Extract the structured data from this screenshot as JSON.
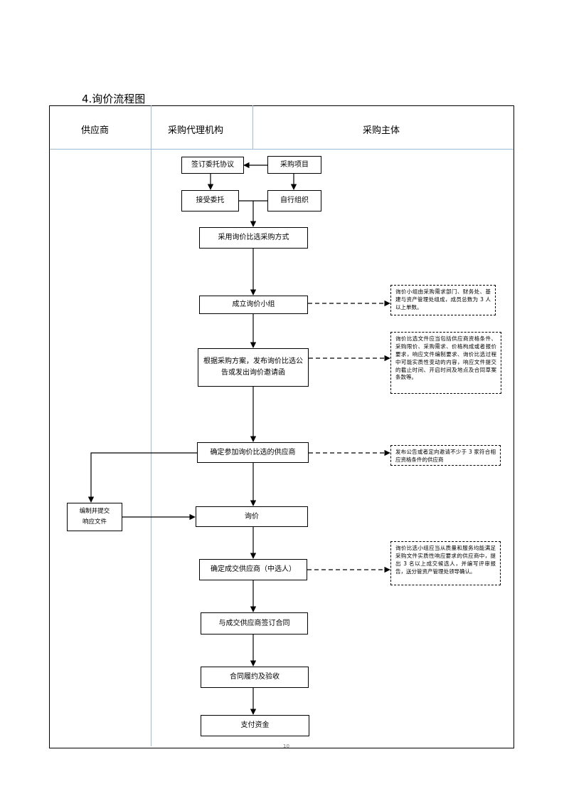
{
  "title": "4.询价流程图",
  "lanes": {
    "supplier": "供应商",
    "agency": "采购代理机构",
    "purchaser": "采购主体"
  },
  "steps": {
    "sign_agreement": "签订委托协议",
    "project": "采购项目",
    "accept": "接受委托",
    "self_org": "自行组织",
    "method": "采用询价比选采购方式",
    "form_group": "成立询价小组",
    "announce_line1": "根据采购方案，发布询价比选公",
    "announce_line2": "告或发出询价邀请函",
    "determine_suppliers": "确定参加询价比选的供应商",
    "prepare_response_line1": "编制并提交",
    "prepare_response_line2": "响应文件",
    "inquiry": "询价",
    "determine_winner": "确定成交供应商（中选人）",
    "contract": "与成交供应商签订合同",
    "performance": "合同履约及验收",
    "payment": "支付资金"
  },
  "notes": {
    "group": "询价小组由采购需求部门、财务处、基建与资产管理处组成，成员总数为 3 人以上单数。",
    "documents": "询价比选文件应当包括供应商资格条件、采购限价、采购需求、价格构成或者报价要求，响应文件编制要求、询价比选过程中可能实质性变动的内容，响应文件提交的截止时间、开启时间及地点及合同草案条款等。",
    "suppliers": "发布公告或者定向邀请不少于 3 家符合相应资格条件的供应商",
    "winner": "询价比选小组应当从质量和服务均能满足采购文件实质性响应要求的供应商中，提出 3 名以上成交候选人，并编写评审报告，送分管资产管理处领导确认。"
  },
  "page_number": "10"
}
